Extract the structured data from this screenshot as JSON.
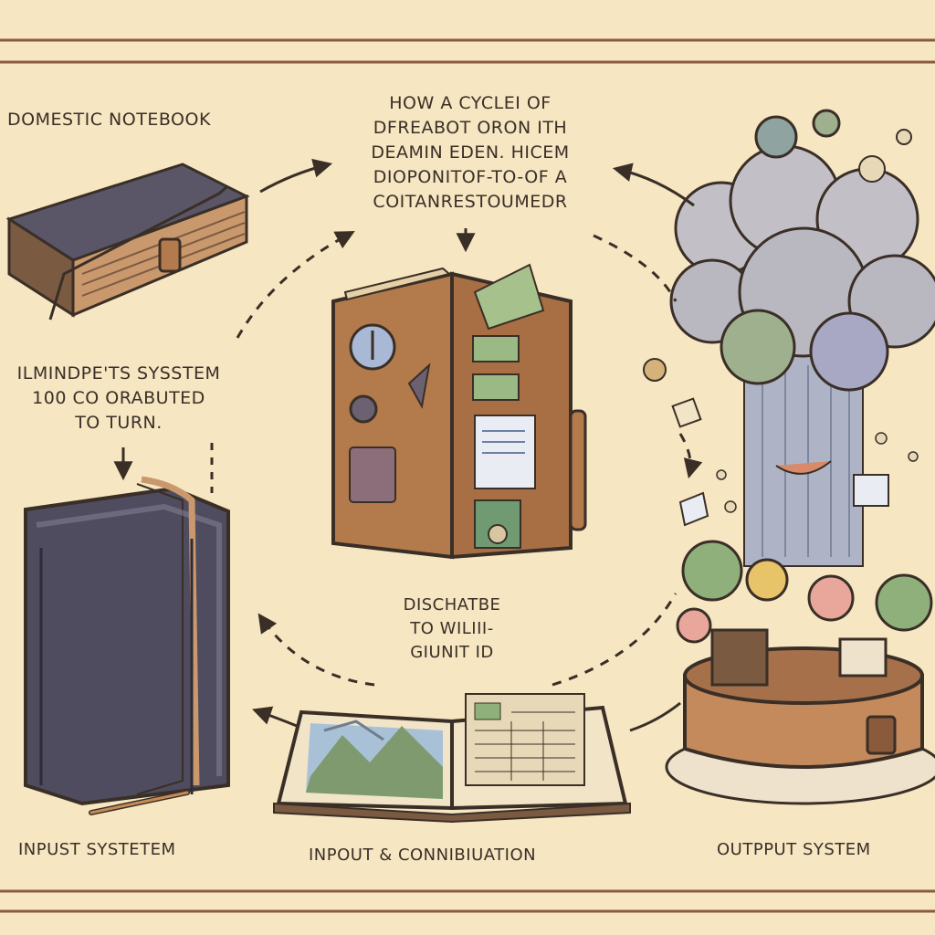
{
  "labels": {
    "domestic_notebook": "DOMESTIC NOTEBOOK",
    "center_title": [
      "HOW A CYCLEI OF",
      "DFREABOT ORON ITH",
      "DEAMIN EDEN. HICEM",
      "DIOPONITOF-TO-OF A",
      "COITANRESTOUMEDR"
    ],
    "left_note": [
      "ILMINDPE'TS SYSSTEM",
      "100 CO ORABUTED",
      "TO TURN."
    ],
    "mid_note": [
      "DISCHATBE",
      "TO WILIII-",
      "GIUNIT ID"
    ],
    "input_system": "INPUST SYSTETEM",
    "input_combination": "INPOUT & CONNIBIUATION",
    "output_system": "OUTPPUT SYSTEM"
  },
  "colors": {
    "paper": "#f6e6c2",
    "ink": "#3a2f27",
    "notebook": "#4e4c5e",
    "leather": "#b37a4c",
    "cloud": "#b9b7bf",
    "green": "#8fb07a",
    "bowl": "#c48a5c"
  }
}
